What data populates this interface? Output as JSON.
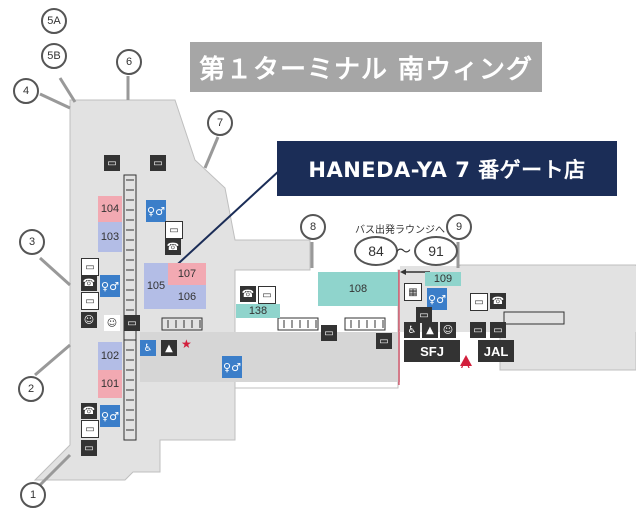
{
  "title": "第１ターミナル 南ウィング",
  "callout": "HANEDA-YA 7 番ゲート店",
  "gates": {
    "g1": "1",
    "g2": "2",
    "g3": "3",
    "g4": "4",
    "g5a": "5A",
    "g5b": "5B",
    "g6": "6",
    "g7": "7",
    "g8": "8",
    "g9": "9"
  },
  "bus_lounge": {
    "note": "バス出発ラウンジへ",
    "from": "84",
    "tilde": "〜",
    "to": "91"
  },
  "rooms": {
    "r101": "101",
    "r102": "102",
    "r103": "103",
    "r104": "104",
    "r105": "105",
    "r106": "106",
    "r107": "107",
    "r108": "108",
    "r109": "109",
    "r138": "138"
  },
  "counters": {
    "sfj": "SFJ",
    "jal": "JAL",
    "entrance": "A"
  },
  "colors": {
    "pink": "#f2a9b2",
    "blue_room": "#b3bde6",
    "teal": "#8fd4cc",
    "floor": "#e2e2e2",
    "navy": "#1b2d57",
    "title_bg": "#a6a6a6",
    "restroom_blue": "#3b7ec9",
    "accent_red": "#d21f3c"
  },
  "icons": [
    "info-icon",
    "restroom-icon",
    "phone-icon",
    "atm-icon",
    "wheelchair-icon",
    "accessible-restroom-icon",
    "baby-icon",
    "smoking-icon",
    "star-icon"
  ]
}
